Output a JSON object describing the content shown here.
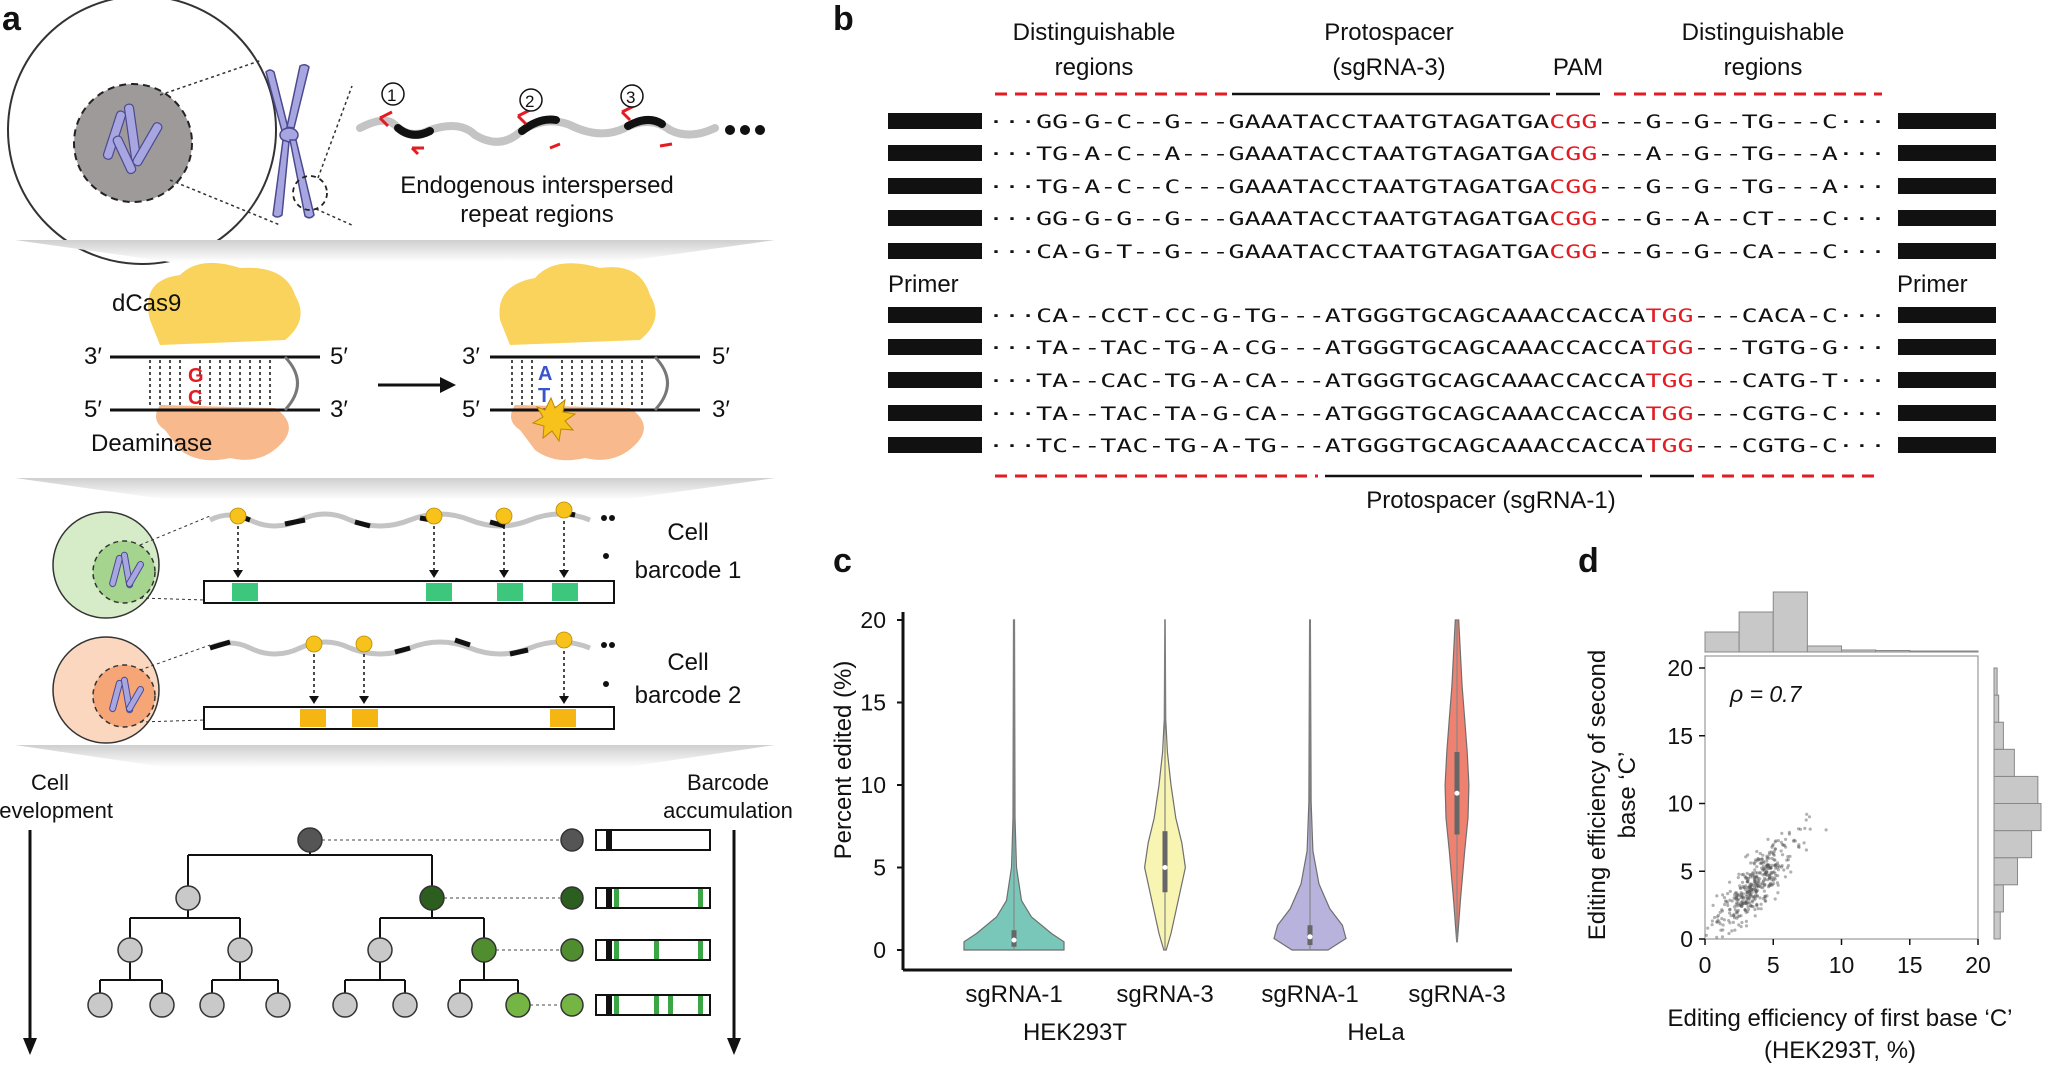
{
  "panel_a": {
    "letter": "a",
    "repeat_numbers": [
      "1",
      "2",
      "3"
    ],
    "repeat_caption_line1": "Endogenous interspersed",
    "repeat_caption_line2": "repeat regions",
    "dcas9": "dCas9",
    "deaminase": "Deaminase",
    "strand_3": "3′",
    "strand_5": "5′",
    "base_g": "G",
    "base_c": "C",
    "base_a": "A",
    "base_t": "T",
    "cell_label": "Cell",
    "barcode1": "barcode 1",
    "barcode2": "barcode 2",
    "cell_development_1": "Cell",
    "cell_development_2": "development",
    "barcode_accumulation_1": "Barcode",
    "barcode_accumulation_2": "accumulation",
    "colors": {
      "dcas9": "#f9d35b",
      "deaminase": "#f8b98c",
      "edit_star": "#f7c21a",
      "cell1": "#d6ecc8",
      "cell2": "#fbd7c0",
      "chromosome": "#a8a6e0",
      "barcode1": "#3dc77c",
      "barcode2": "#f5b512"
    }
  },
  "panel_b": {
    "letter": "b",
    "header_left_1": "Distinguishable",
    "header_left_2": "regions",
    "header_mid_1": "Protospacer",
    "header_mid_2": "(sgRNA-3)",
    "header_pam": "PAM",
    "header_right_1": "Distinguishable",
    "header_right_2": "regions",
    "primer_left": "Primer",
    "primer_right": "Primer",
    "footer": "Protospacer (sgRNA-1)",
    "rows_top": [
      {
        "left": "···GG-G-C--G---",
        "proto": "GAAATACCTAATGTAGATGA",
        "pam": "CGG",
        "right": "---G--G--TG---C···"
      },
      {
        "left": "···TG-A-C--A---",
        "proto": "GAAATACCTAATGTAGATGA",
        "pam": "CGG",
        "right": "---A--G--TG---A···"
      },
      {
        "left": "···TG-A-C--C---",
        "proto": "GAAATACCTAATGTAGATGA",
        "pam": "CGG",
        "right": "---G--G--TG---A···"
      },
      {
        "left": "···GG-G-G--G---",
        "proto": "GAAATACCTAATGTAGATGA",
        "pam": "CGG",
        "right": "---G--A--CT---C···"
      },
      {
        "left": "···CA-G-T--G---",
        "proto": "GAAATACCTAATGTAGATGA",
        "pam": "CGG",
        "right": "---G--G--CA---C···"
      }
    ],
    "rows_bottom": [
      {
        "left": "···CA--CCT-CC-G-TG---",
        "proto": "ATGGGTGCAGCAAACCACCA",
        "pam": "TGG",
        "right": "---CACA-C···"
      },
      {
        "left": "···TA--TAC-TG-A-CG---",
        "proto": "ATGGGTGCAGCAAACCACCA",
        "pam": "TGG",
        "right": "---TGTG-G···"
      },
      {
        "left": "···TA--CAC-TG-A-CA---",
        "proto": "ATGGGTGCAGCAAACCACCA",
        "pam": "TGG",
        "right": "---CATG-T···"
      },
      {
        "left": "···TA--TAC-TA-G-CA---",
        "proto": "ATGGGTGCAGCAAACCACCA",
        "pam": "TGG",
        "right": "---CGTG-C···"
      },
      {
        "left": "···TC--TAC-TG-A-TG---",
        "proto": "ATGGGTGCAGCAAACCACCA",
        "pam": "TGG",
        "right": "---CGTG-C···"
      }
    ],
    "colors": {
      "pam": "#e31b23",
      "dash": "#e31b23"
    }
  },
  "panel_c": {
    "letter": "c",
    "chart_data": {
      "type": "violin",
      "ylabel": "Percent edited (%)",
      "ylim": [
        0,
        20
      ],
      "yticks": [
        0,
        5,
        10,
        15,
        20
      ],
      "categories": [
        "sgRNA-1",
        "sgRNA-3",
        "sgRNA-1",
        "sgRNA-3"
      ],
      "groups": [
        "HEK293T",
        "HeLa"
      ],
      "violins": [
        {
          "category": "sgRNA-1",
          "group": "HEK293T",
          "color": "#78c7b9",
          "median": 0.6,
          "q1": 0.2,
          "q3": 1.2,
          "min": 0,
          "max": 20
        },
        {
          "category": "sgRNA-3",
          "group": "HEK293T",
          "color": "#f8f4b2",
          "median": 5.0,
          "q1": 3.5,
          "q3": 7.2,
          "min": 0,
          "max": 20
        },
        {
          "category": "sgRNA-1",
          "group": "HeLa",
          "color": "#b7b3dd",
          "median": 0.8,
          "q1": 0.3,
          "q3": 1.5,
          "min": 0,
          "max": 20
        },
        {
          "category": "sgRNA-3",
          "group": "HeLa",
          "color": "#ef8171",
          "median": 9.5,
          "q1": 7.0,
          "q3": 12.0,
          "min": 0.5,
          "max": 20
        }
      ]
    }
  },
  "panel_d": {
    "letter": "d",
    "chart_data": {
      "type": "scatter",
      "annotation": "ρ = 0.7",
      "xlabel_1": "Editing efficiency of first base ‘C’",
      "xlabel_2": "(HEK293T, %)",
      "ylabel_1": "Editing efficiency of second",
      "ylabel_2": "base ‘C’",
      "xlim": [
        0,
        20
      ],
      "ylim": [
        0,
        20
      ],
      "xticks": [
        0,
        5,
        10,
        15,
        20
      ],
      "yticks": [
        0,
        5,
        10,
        15,
        20
      ],
      "correlation": 0.7,
      "x_histogram": [
        4,
        8,
        12,
        1.2,
        0.4,
        0.3,
        0.2,
        0.2
      ],
      "y_histogram": [
        0.4,
        0.6,
        1.5,
        2.4,
        3.0,
        2.8,
        1.3,
        0.6,
        0.3,
        0.2
      ]
    }
  }
}
